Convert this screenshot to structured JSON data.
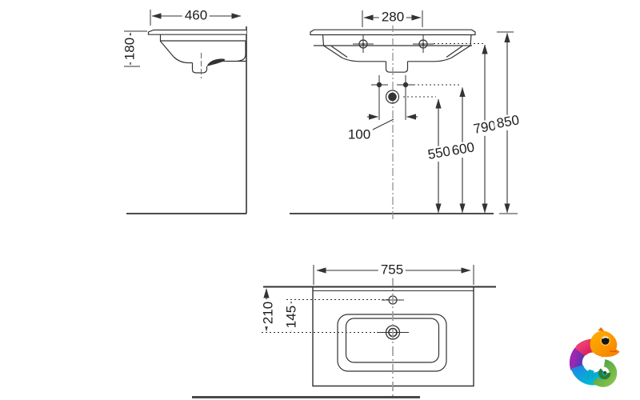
{
  "drawing": {
    "side_view": {
      "width_label": "460",
      "basin_height_label": "180"
    },
    "front_view": {
      "faucet_spacing_label": "280",
      "mount_offset_label": "100",
      "drain_height_label": "550",
      "mount_height_label": "600",
      "faucet_height_label": "790",
      "overall_height_label": "850"
    },
    "top_view": {
      "width_label": "755",
      "drain_depth_label": "210",
      "faucet_to_drain_label": "145"
    },
    "line_color": "#333333",
    "centerline_color": "#8a8a8a"
  },
  "logo": {
    "name": "chameleon-logo",
    "colors": {
      "orange": "#f57c00",
      "pink": "#d81b60",
      "red": "#e53935",
      "purple": "#7b1fa2",
      "blue": "#1e88e5",
      "teal": "#00acc1",
      "green": "#43a047"
    }
  }
}
